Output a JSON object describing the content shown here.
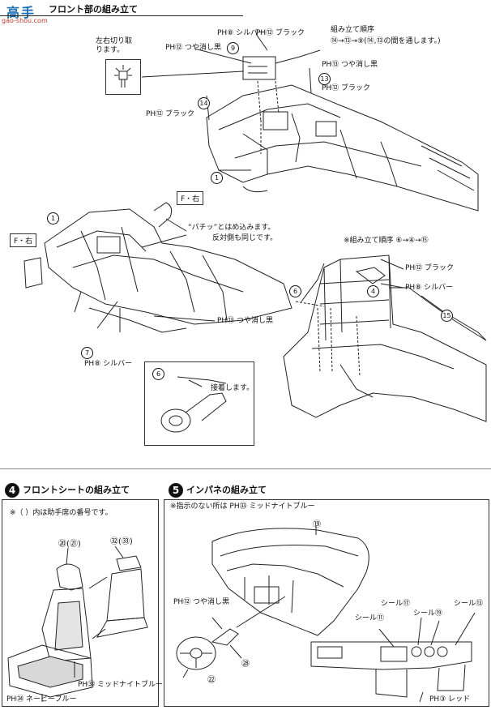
{
  "watermark": {
    "top": "高手",
    "bottom": "gao-shou.com"
  },
  "step3": {
    "title": "フロント部の組み立て",
    "note_left_cut": "左右切り取ります。",
    "silver_9": "PH⑧ シルバー",
    "black_12": "PH⑫ ブラック",
    "order_label": "組み立て順序",
    "order_seq": "⑭→⑬→⑨(⑭,⑬の間を通します。)",
    "matte_black_13": "PH⑬ つや消し黒",
    "black_13": "PH⑫ ブラック",
    "black_14": "PH⑫ ブラック",
    "tsuya_12": "PH⑫ つや消し黒",
    "f_right_top": "F・右",
    "f_right_left": "F・右",
    "snap_note": "“パチッ”とはめ込みます。",
    "snap_note2": "反対側も同じです。",
    "order_note2": "※組み立て順序 ⑥→④→⑮",
    "black_ph2": "PH⑫ ブラック",
    "silver_ph8": "PH⑧ シルバー",
    "matte_ph13": "PH⑬ つや消し黒",
    "silver_7": "PH⑧ シルバー",
    "glue_note": "接着します。",
    "nums": {
      "n1a": "1",
      "n1b": "1",
      "n4": "4",
      "n6": "6",
      "n6b": "6",
      "n7": "7",
      "n9": "9",
      "n13": "13",
      "n14": "14",
      "n15": "15"
    }
  },
  "step4": {
    "badge": "4",
    "title": "フロントシートの組み立て",
    "note": "※（ ）内は助手席の番号です。",
    "part_a": "⑳(㉑)",
    "part_b": "㉜(㉝)",
    "paint_mid": "PH㉝ ミッドナイトブルー",
    "paint_navy": "PH㉞ ネービーブルー"
  },
  "step5": {
    "badge": "5",
    "title": "インパネの組み立て",
    "note": "※指示のない所は PH㉝ ミッドナイトブルー",
    "part_19": "⑲",
    "matte_black": "PH⑫ つや消し黒",
    "part_22": "㉒",
    "part_28": "㉘",
    "seal_11": "シール⑪",
    "seal_17": "シール⑰",
    "seal_19": "シール⑲",
    "seal_13": "シール⑬",
    "red": "PH③ レッド"
  }
}
